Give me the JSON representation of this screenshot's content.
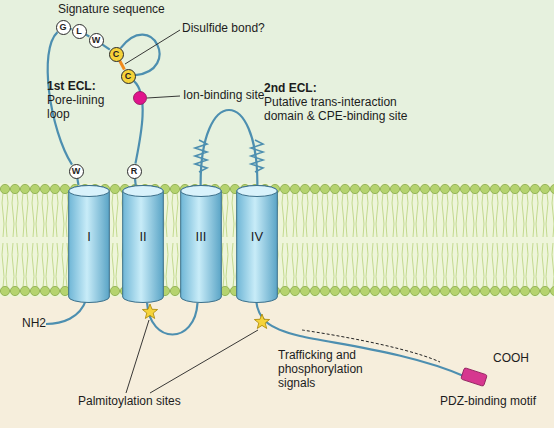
{
  "diagram": {
    "nodes": [
      {
        "text": [
          "I"
        ]
      },
      {
        "text": [
          "II"
        ]
      },
      {
        "text": [
          "III"
        ]
      },
      {
        "text": [
          "IV"
        ]
      },
      {
        "text": [
          "W"
        ]
      },
      {
        "text": [
          "G"
        ]
      },
      {
        "text": [
          "L"
        ]
      },
      {
        "text": [
          "W"
        ]
      },
      {
        "text": [
          "C"
        ]
      },
      {
        "text": [
          "C"
        ]
      },
      {
        "text": [
          "R"
        ]
      }
    ],
    "edges": [
      {
        "from": 0,
        "to": 4,
        "arrow": "none"
      },
      {
        "from": 4,
        "to": 5,
        "arrow": "none"
      },
      {
        "from": 5,
        "to": 6,
        "arrow": "none"
      },
      {
        "from": 6,
        "to": 7,
        "arrow": "none"
      },
      {
        "from": 7,
        "to": 8,
        "arrow": "none"
      },
      {
        "from": 8,
        "to": 9,
        "arrow": "none"
      },
      {
        "from": 8,
        "to": 9,
        "arrow": "none"
      },
      {
        "from": 9,
        "to": 10,
        "arrow": "none"
      },
      {
        "from": 10,
        "to": 1,
        "arrow": "none"
      },
      {
        "from": 1,
        "to": 2,
        "arrow": "none"
      },
      {
        "from": 2,
        "to": 3,
        "arrow": "none"
      }
    ],
    "labels": [
      "Signature sequence",
      "Disulfide bond?",
      "1st ECL:",
      "Pore-lining loop",
      "Ion-binding site",
      "2nd ECL:",
      "Putative trans-interaction domain & CPE-binding site",
      "NH2",
      "Palmitoylation sites",
      "Trafficking and phosphorylation signals",
      "COOH",
      "PDZ-binding motif"
    ]
  }
}
